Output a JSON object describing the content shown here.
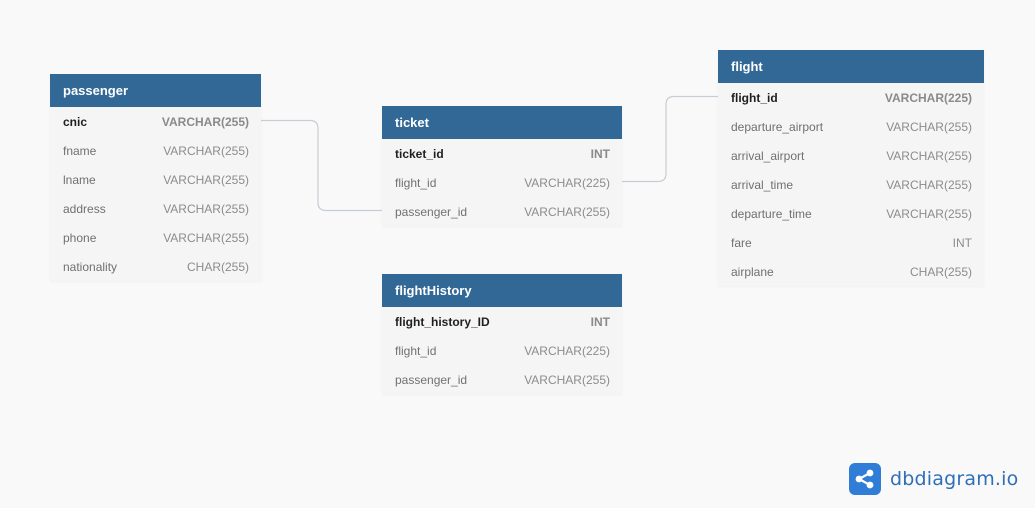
{
  "tables": {
    "passenger": {
      "name": "passenger",
      "columns": [
        {
          "name": "cnic",
          "type": "VARCHAR(255)",
          "pk": true
        },
        {
          "name": "fname",
          "type": "VARCHAR(255)"
        },
        {
          "name": "lname",
          "type": "VARCHAR(255)"
        },
        {
          "name": "address",
          "type": "VARCHAR(255)"
        },
        {
          "name": "phone",
          "type": "VARCHAR(255)"
        },
        {
          "name": "nationality",
          "type": "CHAR(255)"
        }
      ]
    },
    "ticket": {
      "name": "ticket",
      "columns": [
        {
          "name": "ticket_id",
          "type": "INT",
          "pk": true
        },
        {
          "name": "flight_id",
          "type": "VARCHAR(225)"
        },
        {
          "name": "passenger_id",
          "type": "VARCHAR(255)"
        }
      ]
    },
    "flightHistory": {
      "name": "flightHistory",
      "columns": [
        {
          "name": "flight_history_ID",
          "type": "INT",
          "pk": true
        },
        {
          "name": "flight_id",
          "type": "VARCHAR(225)"
        },
        {
          "name": "passenger_id",
          "type": "VARCHAR(255)"
        }
      ]
    },
    "flight": {
      "name": "flight",
      "columns": [
        {
          "name": "flight_id",
          "type": "VARCHAR(225)",
          "pk": true
        },
        {
          "name": "departure_airport",
          "type": "VARCHAR(255)"
        },
        {
          "name": "arrival_airport",
          "type": "VARCHAR(255)"
        },
        {
          "name": "arrival_time",
          "type": "VARCHAR(255)"
        },
        {
          "name": "departure_time",
          "type": "VARCHAR(255)"
        },
        {
          "name": "fare",
          "type": "INT"
        },
        {
          "name": "airplane",
          "type": "CHAR(255)"
        }
      ]
    }
  },
  "relationships": [
    {
      "from": "passenger.cnic",
      "to": "ticket.passenger_id"
    },
    {
      "from": "ticket.flight_id",
      "to": "flight.flight_id"
    }
  ],
  "brand": {
    "text": "dbdiagram.io",
    "icon": "share-nodes-icon"
  },
  "colors": {
    "header": "#316896",
    "connector": "#c8cdd3",
    "brand": "#2f7dd6"
  }
}
